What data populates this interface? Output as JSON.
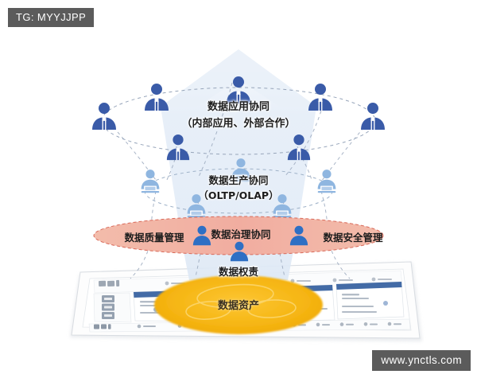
{
  "overlay_tags": {
    "top_left": "TG: MYYJJPP",
    "bottom_right": "www.ynctls.com"
  },
  "diagram": {
    "title_layers": [
      {
        "key": "application",
        "line1": "数据应用协同",
        "line2": "（内部应用、外部合作）"
      },
      {
        "key": "production",
        "line1": "数据生产协同",
        "line2": "（OLTP/OLAP）"
      }
    ],
    "governance_band": {
      "left_label": "数据质量管理",
      "center_label": "数据治理协同",
      "right_label": "数据安全管理",
      "fill_color": "#f2b4a3",
      "border_color": "#d96a5a"
    },
    "responsibility_label": "数据权责",
    "asset_label": "数据资产",
    "asset_color": "#f5b716",
    "cone_color": "#eaf0f8",
    "person_dark_color": "#3a5ba8",
    "person_mid_color": "#2e6fc4",
    "person_light_color": "#8fb6e0",
    "ring_line_color": "#9aa8bd"
  }
}
